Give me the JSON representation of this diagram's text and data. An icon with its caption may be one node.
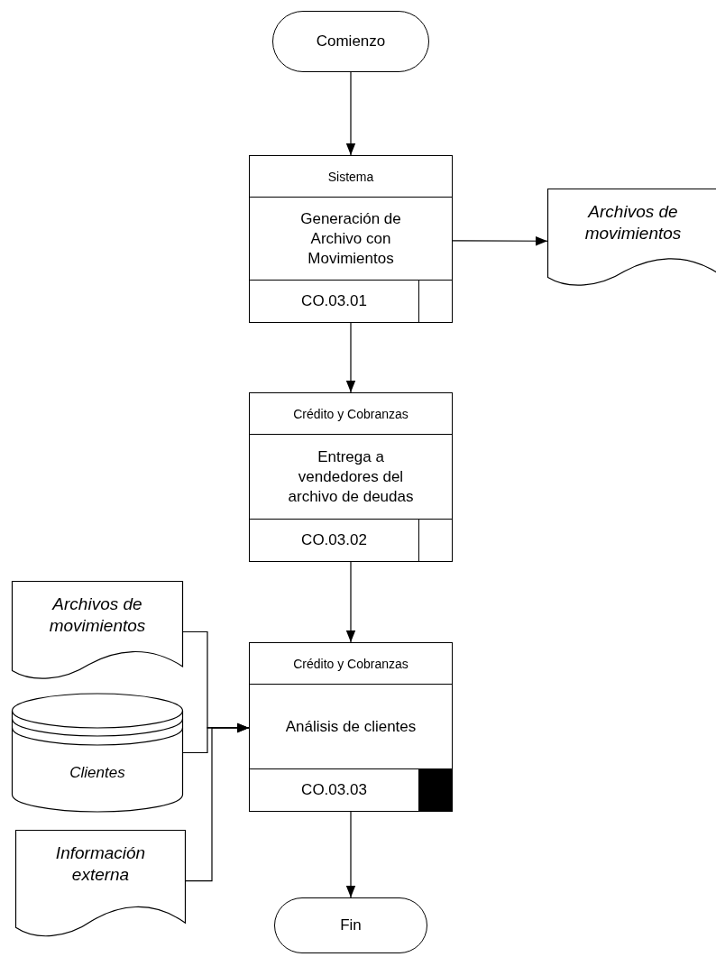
{
  "diagram": {
    "nodes": [
      {
        "text": [
          "Comienzo"
        ]
      },
      {
        "text": [
          "Sistema",
          "Generación de Archivo con Movimientos",
          "CO.03.01"
        ]
      },
      {
        "text": [
          "Archivos de movimientos"
        ]
      },
      {
        "text": [
          "Crédito y Cobranzas",
          "Entrega a vendedores del archivo de deudas",
          "CO.03.02"
        ]
      },
      {
        "text": [
          "Archivos de movimientos"
        ]
      },
      {
        "text": [
          "Clientes"
        ]
      },
      {
        "text": [
          "Información externa"
        ]
      },
      {
        "text": [
          "Crédito y Cobranzas",
          "Análisis de clientes",
          "CO.03.03"
        ]
      },
      {
        "text": [
          "Fin"
        ]
      }
    ],
    "edges": [
      {
        "from": 0,
        "to": 1,
        "arrow": "to"
      },
      {
        "from": 1,
        "to": 2,
        "arrow": "to"
      },
      {
        "from": 1,
        "to": 3,
        "arrow": "to"
      },
      {
        "from": 3,
        "to": 7,
        "arrow": "to"
      },
      {
        "from": 4,
        "to": 7,
        "arrow": "to"
      },
      {
        "from": 5,
        "to": 7,
        "arrow": "to"
      },
      {
        "from": 6,
        "to": 7,
        "arrow": "to"
      },
      {
        "from": 7,
        "to": 8,
        "arrow": "to"
      }
    ]
  }
}
